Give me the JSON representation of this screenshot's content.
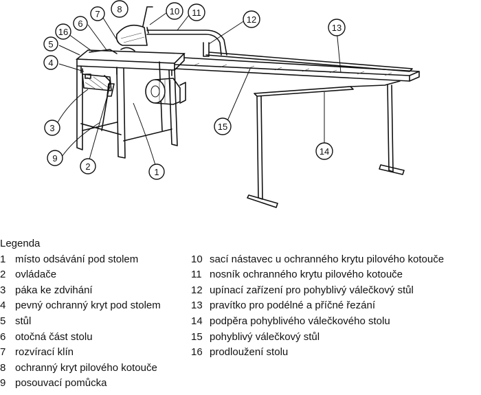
{
  "callouts": [
    {
      "id": "c1",
      "label": "1"
    },
    {
      "id": "c2",
      "label": "2"
    },
    {
      "id": "c3",
      "label": "3"
    },
    {
      "id": "c4",
      "label": "4"
    },
    {
      "id": "c5",
      "label": "5"
    },
    {
      "id": "c6",
      "label": "6"
    },
    {
      "id": "c7",
      "label": "7"
    },
    {
      "id": "c8",
      "label": "8"
    },
    {
      "id": "c9",
      "label": "9"
    },
    {
      "id": "c10",
      "label": "10"
    },
    {
      "id": "c11",
      "label": "11"
    },
    {
      "id": "c12",
      "label": "12"
    },
    {
      "id": "c13",
      "label": "13"
    },
    {
      "id": "c14",
      "label": "14"
    },
    {
      "id": "c15",
      "label": "15"
    },
    {
      "id": "c16",
      "label": "16"
    }
  ],
  "legend": {
    "title": "Legenda",
    "left": [
      {
        "num": "1",
        "text": "místo odsávání pod stolem"
      },
      {
        "num": "2",
        "text": "ovládače"
      },
      {
        "num": "3",
        "text": "páka ke zdvihání"
      },
      {
        "num": "4",
        "text": "pevný ochranný kryt pod stolem"
      },
      {
        "num": "5",
        "text": "stůl"
      },
      {
        "num": "6",
        "text": "otočná část stolu"
      },
      {
        "num": "7",
        "text": "rozvírací klín"
      },
      {
        "num": "8",
        "text": "ochranný kryt pilového kotouče"
      },
      {
        "num": "9",
        "text": "posouvací pomůcka"
      }
    ],
    "right": [
      {
        "num": "10",
        "text": "sací nástavec u ochranného krytu pilového kotouče"
      },
      {
        "num": "11",
        "text": "nosník ochranného krytu pilového kotouče"
      },
      {
        "num": "12",
        "text": "upínací zařízení pro pohyblivý válečkový stůl"
      },
      {
        "num": "13",
        "text": "pravítko pro podélné a příčné řezání"
      },
      {
        "num": "14",
        "text": "podpěra pohyblivého válečkového stolu"
      },
      {
        "num": "15",
        "text": "pohyblivý válečkový stůl"
      },
      {
        "num": "16",
        "text": "prodloužení stolu"
      }
    ]
  }
}
